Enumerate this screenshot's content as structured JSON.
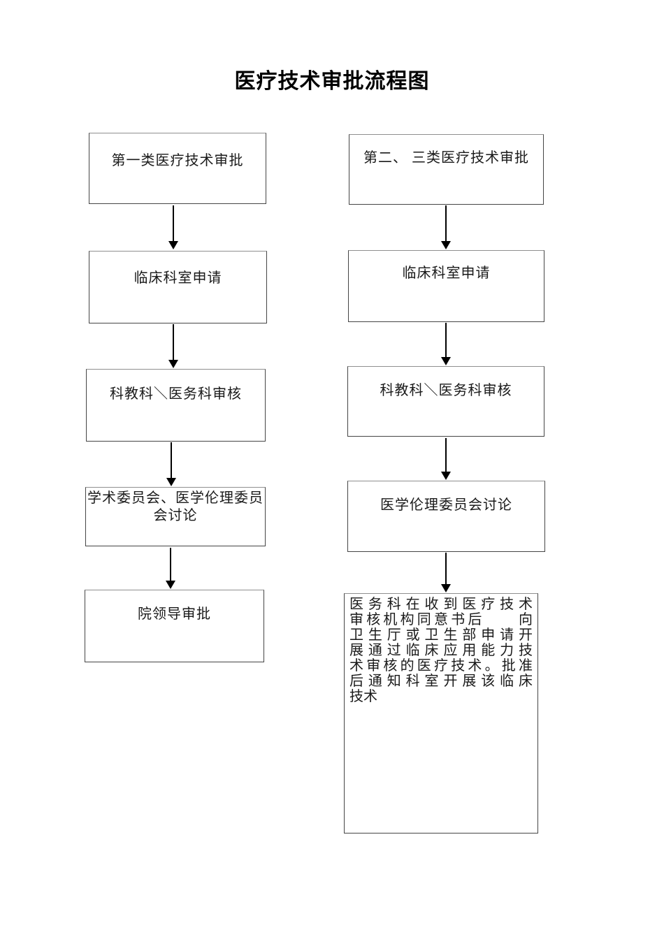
{
  "title": "医疗技术审批流程图",
  "colors": {
    "background": "#ffffff",
    "text": "#1a1a1a",
    "box_border": "#454545",
    "arrow": "#000000"
  },
  "flow": {
    "left": {
      "steps": [
        {
          "label": "第一类医疗技术审批"
        },
        {
          "label": "临床科室申请"
        },
        {
          "label": "科教科＼医务科审核"
        },
        {
          "label": "学术委员会、医学伦理委员会讨论"
        },
        {
          "label": "院领导审批"
        }
      ]
    },
    "right": {
      "steps": [
        {
          "label": "第二、 三类医疗技术审批"
        },
        {
          "label": "临床科室申请"
        },
        {
          "label": "科教科＼医务科审核"
        },
        {
          "label": "医学伦理委员会讨论"
        }
      ],
      "note": {
        "lines": [
          "医务科在收到医疗技术",
          "审核机构同意书后　　向",
          "卫生厅或卫生部申请开",
          "展通过临床应用能力技",
          "术审核的医疗技术。批准",
          "后通知科室开展该临床",
          "技术"
        ]
      }
    }
  }
}
